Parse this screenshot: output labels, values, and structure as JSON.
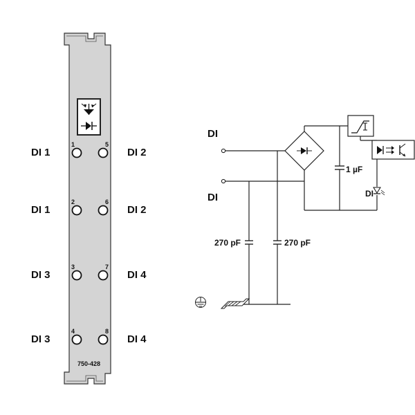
{
  "module": {
    "model": "750-428",
    "left_labels": [
      "DI 1",
      "DI 1",
      "DI 3",
      "DI 3"
    ],
    "right_labels": [
      "DI 2",
      "DI 2",
      "DI 4",
      "DI 4"
    ],
    "left_pins": [
      "1",
      "2",
      "3",
      "4"
    ],
    "right_pins": [
      "5",
      "6",
      "7",
      "8"
    ],
    "colors": {
      "body": "#d4d4d4",
      "outline": "#333333",
      "symbol_bg": "#ffffff"
    }
  },
  "circuit": {
    "input_top": "DI",
    "input_bottom": "DI",
    "cap_main": "1 µF",
    "cap_left": "270 pF",
    "cap_right": "270 pF",
    "output_label": "DI"
  }
}
